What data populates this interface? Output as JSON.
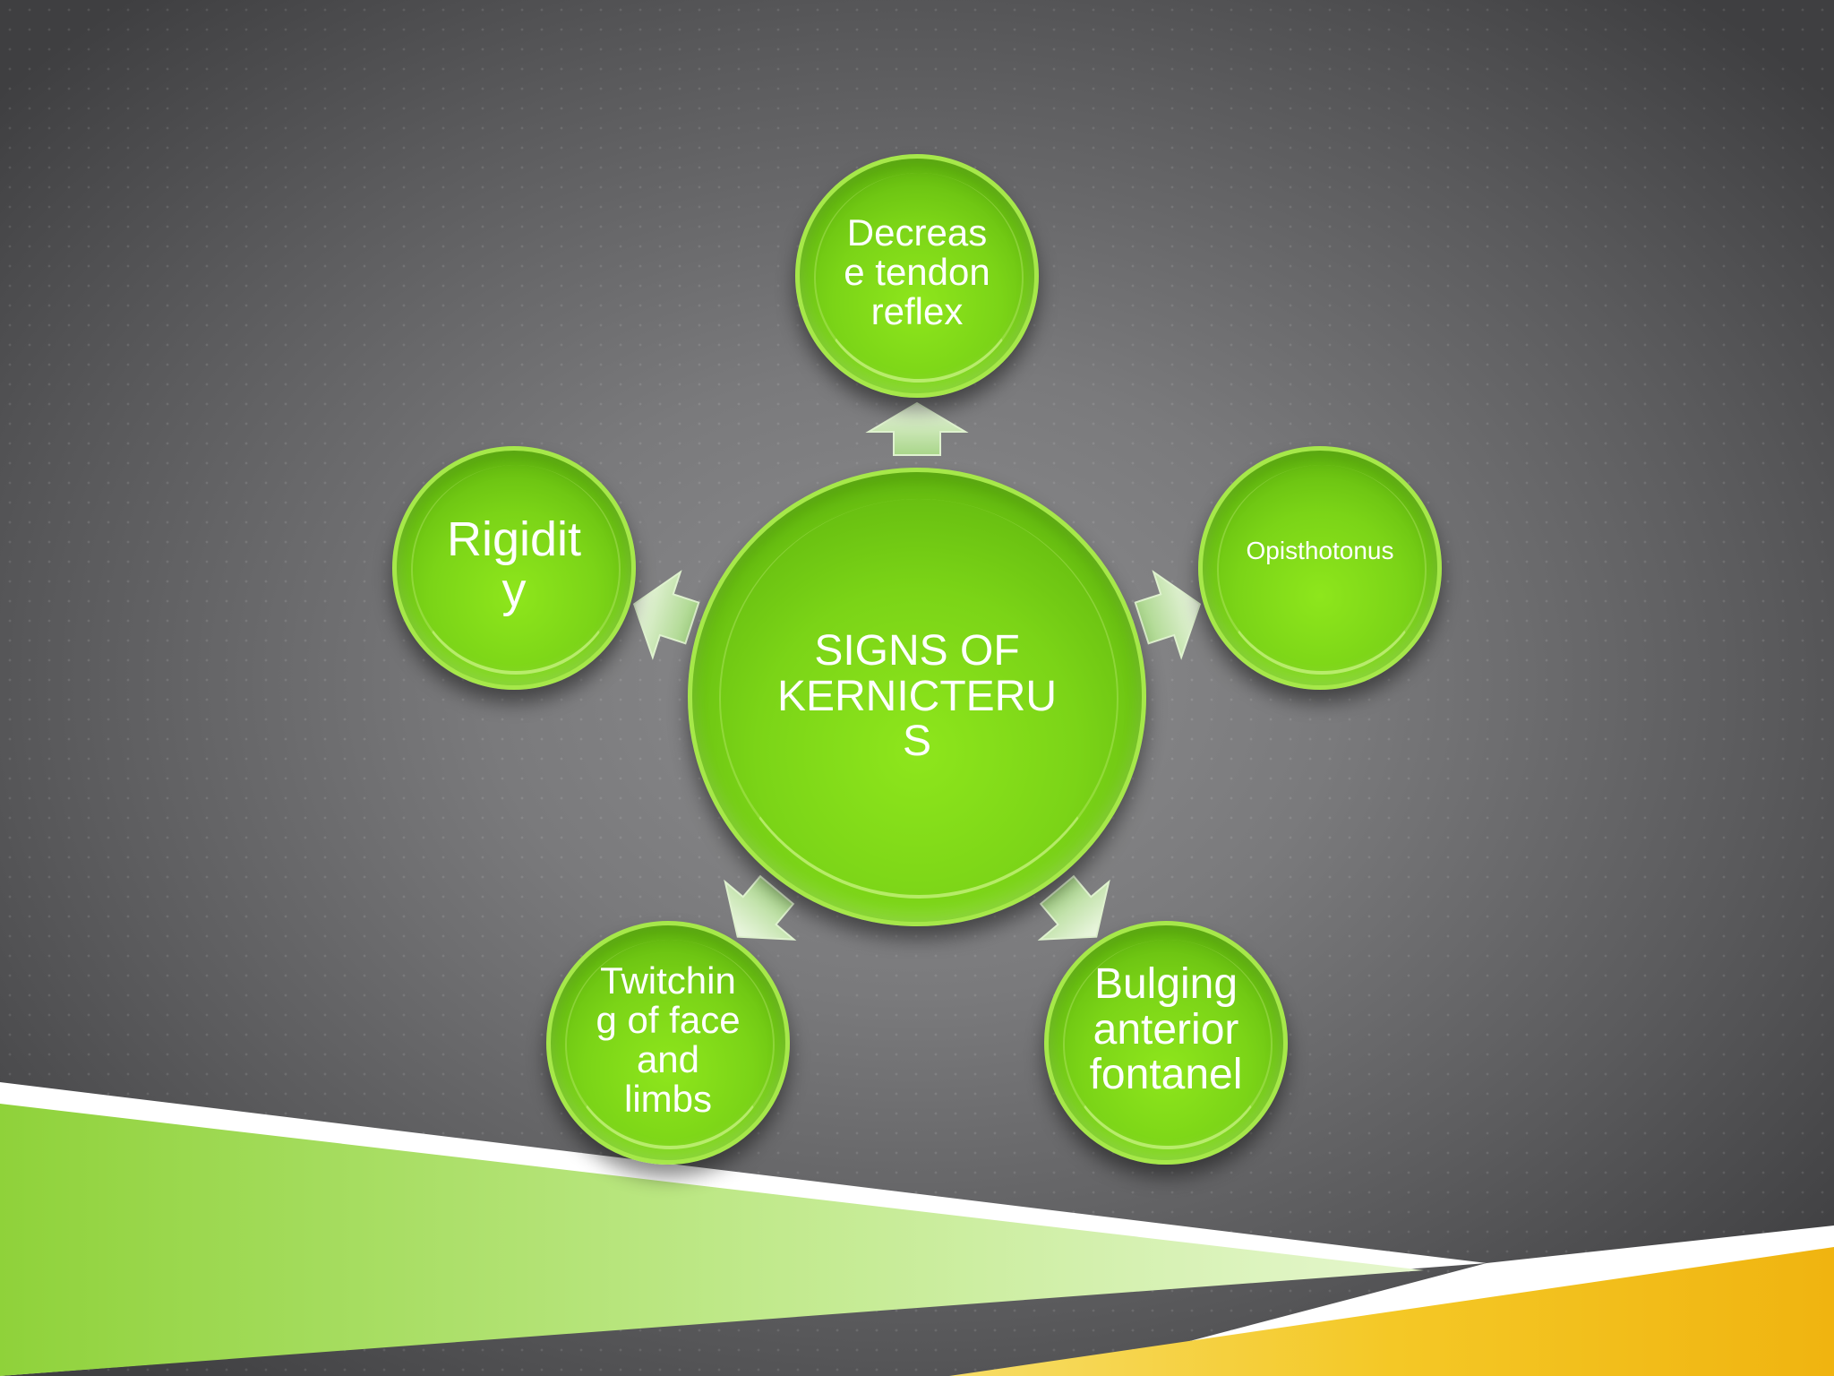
{
  "diagram": {
    "center": {
      "text": [
        "SIGNS OF",
        "KERNICTERU",
        "S"
      ]
    },
    "nodes": {
      "top": {
        "text": [
          "Decreas",
          "e tendon",
          "reflex"
        ]
      },
      "right": {
        "text": [
          "Opisthotonus"
        ]
      },
      "left": {
        "text": [
          "Rigidit",
          "y"
        ]
      },
      "bottom_left": {
        "text": [
          "Twitchin",
          "g of face",
          "and",
          "limbs"
        ]
      },
      "bottom_right": {
        "text": [
          "Bulging",
          "anterior",
          "fontanel"
        ]
      }
    }
  },
  "colors": {
    "node_green": "#7bd417",
    "node_border": "#a6e84a",
    "arrow_fill": "#c9e6b5",
    "band_green": "#9bd84a",
    "band_yellow": "#f3c21c",
    "background": "#707072"
  }
}
